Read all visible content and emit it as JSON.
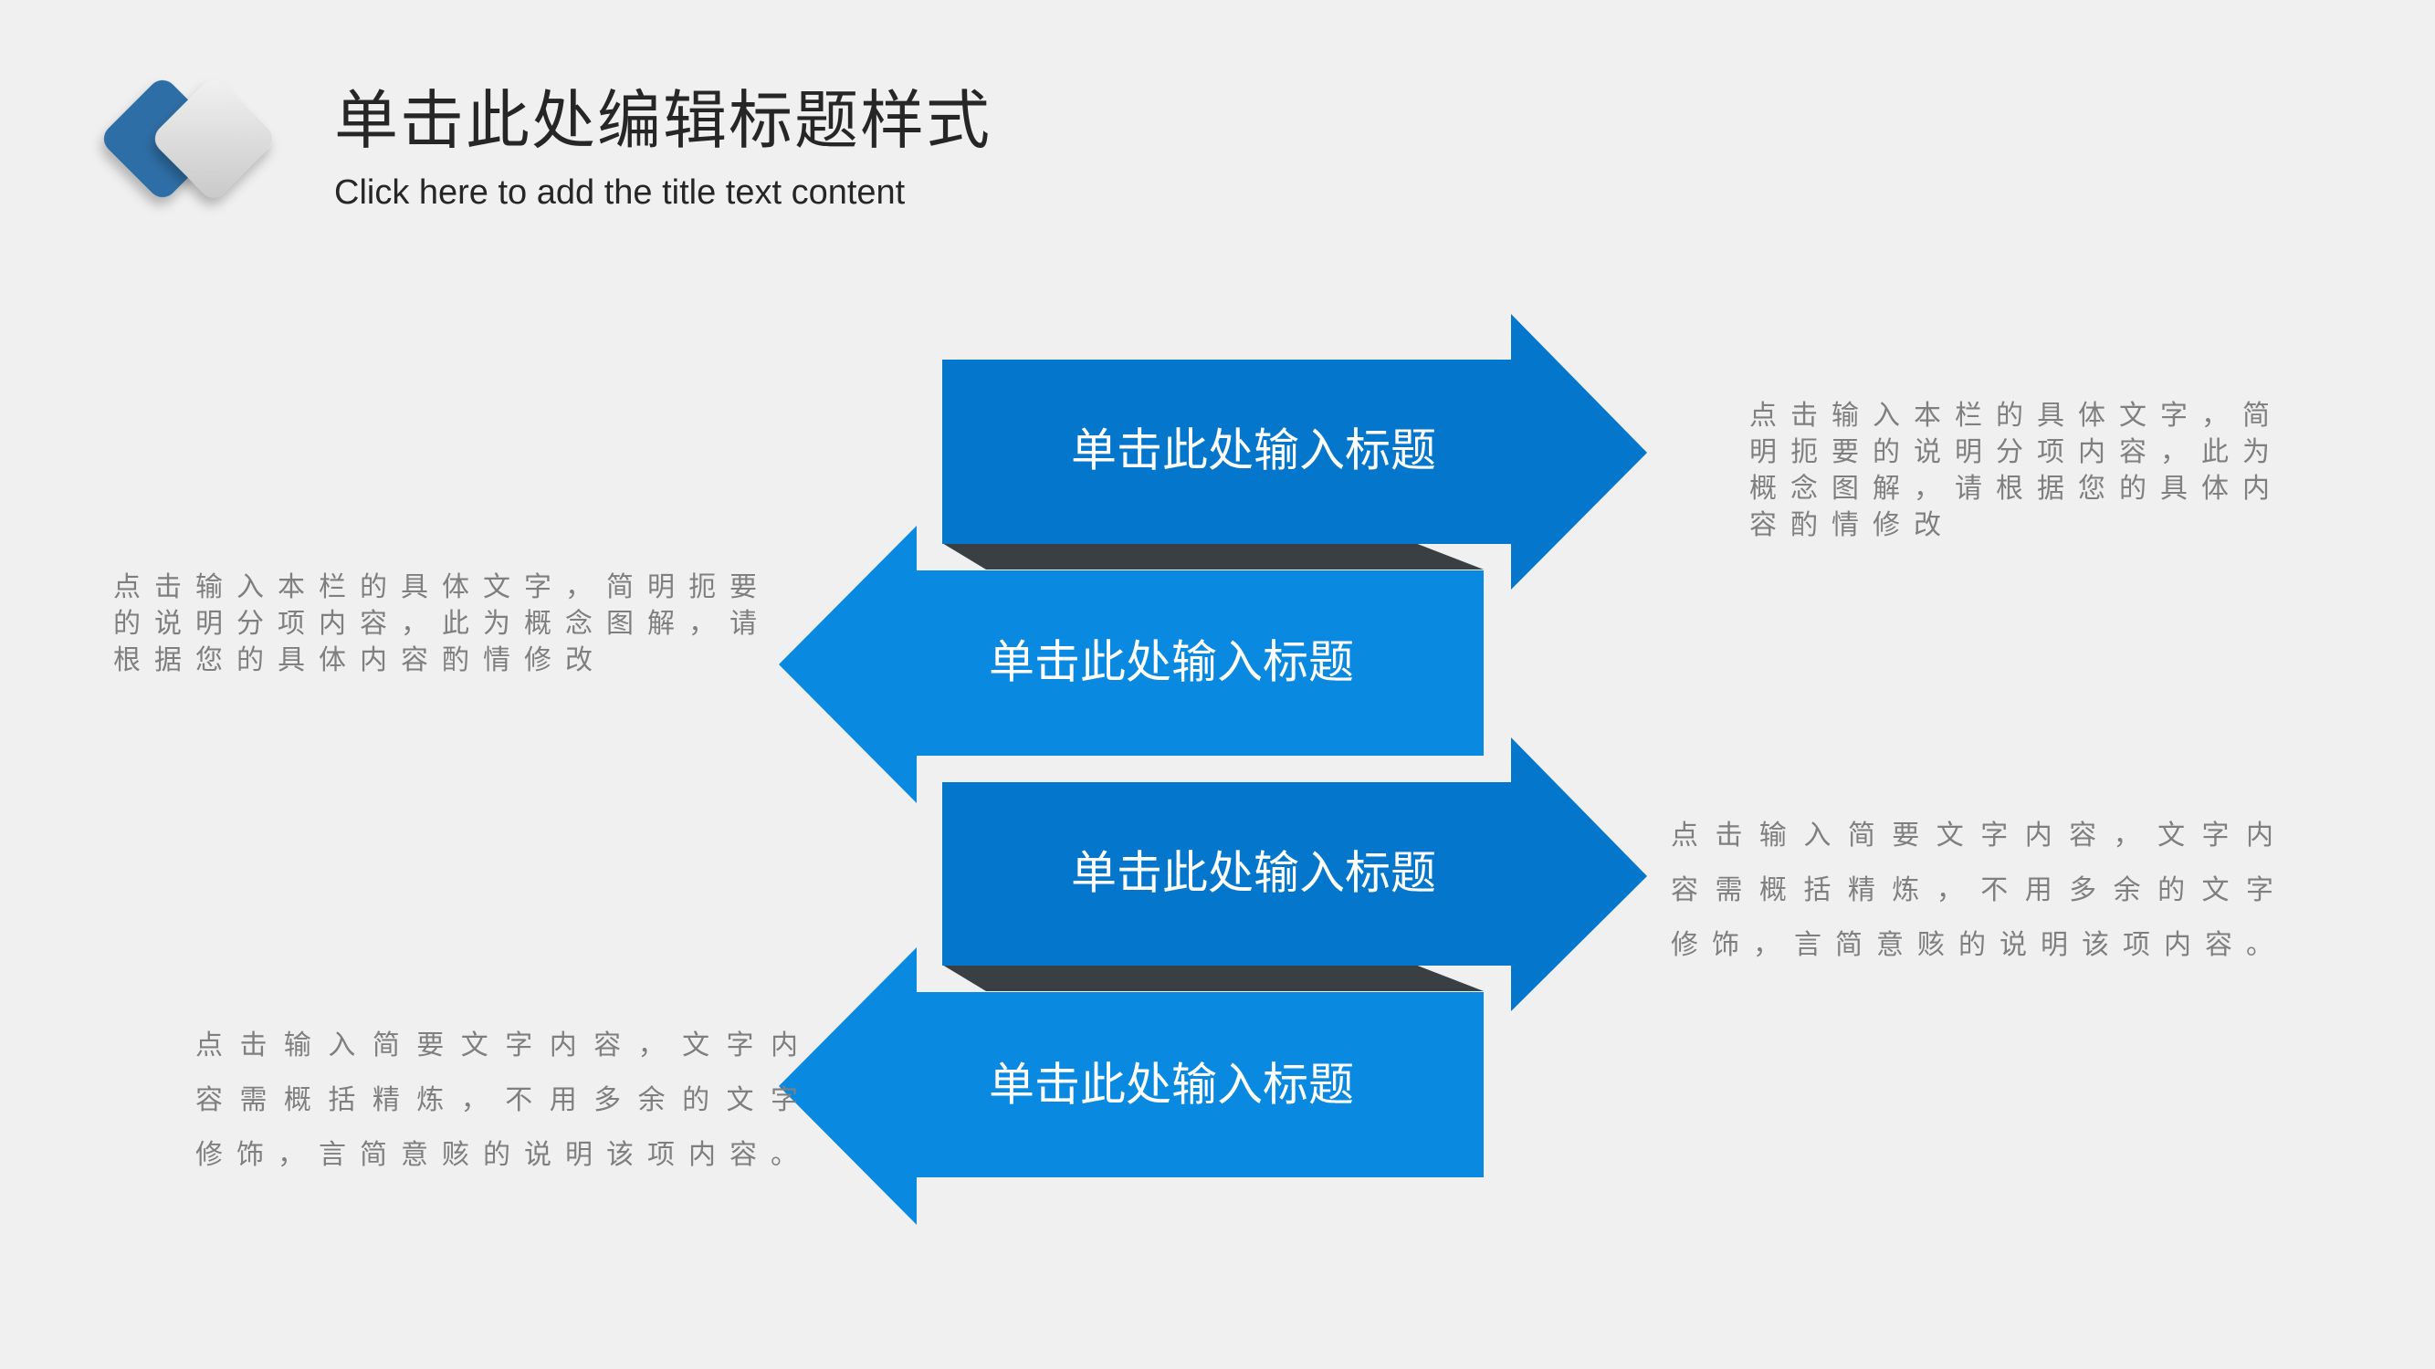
{
  "header": {
    "title": "单击此处编辑标题样式",
    "subtitle": "Click here to add the title text content"
  },
  "arrows": [
    {
      "label": "单击此处输入标题",
      "direction": "right",
      "color": "#0477cc"
    },
    {
      "label": "单击此处输入标题",
      "direction": "left",
      "color": "#0a89e0"
    },
    {
      "label": "单击此处输入标题",
      "direction": "right",
      "color": "#0477cc"
    },
    {
      "label": "单击此处输入标题",
      "direction": "left",
      "color": "#0a89e0"
    }
  ],
  "descriptions": {
    "right_top": {
      "lines": [
        "点击输入本栏的具体文字，简",
        "明扼要的说明分项内容，此为",
        "概念图解，请根据您的具体内",
        "容酌情修改"
      ]
    },
    "left_top": {
      "lines": [
        "点击输入本栏的具体文字，简明扼要",
        "的说明分项内容，此为概念图解，请",
        "根据您的具体内容酌情修改"
      ]
    },
    "right_bottom": {
      "lines": [
        "点击输入简要文字内容，文字内",
        "容需概括精炼，不用多余的文字",
        "修饰，言简意赅的说明该项内容。"
      ]
    },
    "left_bottom": {
      "lines": [
        "点击输入简要文字内容，文字内",
        "容需概括精炼，不用多余的文字",
        "修饰，言简意赅的说明该项内容。"
      ]
    }
  },
  "colors": {
    "background": "#f0f0f0",
    "arrow_dark": "#0477cc",
    "arrow_light": "#0a89e0",
    "fold_shadow": "#3a3f44",
    "logo_blue": "#2e6ea6",
    "logo_grey": "#d9d9d9"
  }
}
